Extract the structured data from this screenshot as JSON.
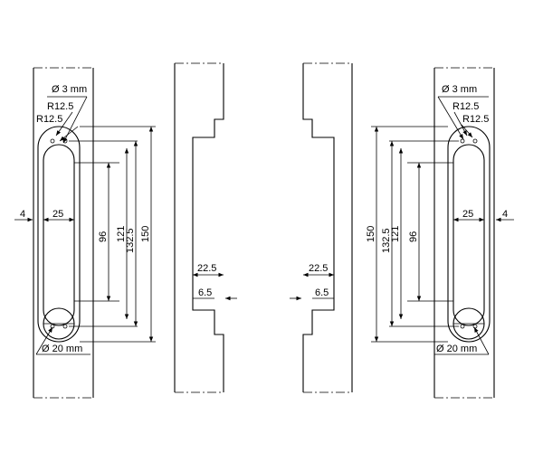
{
  "labels": {
    "hole_dia": "Ø 3 mm",
    "radius": "R12.5",
    "pin_dia": "Ø 20 mm",
    "width": "25",
    "offset": "4",
    "len_96": "96",
    "len_121": "121",
    "len_132_5": "132.5",
    "len_150": "150",
    "depth": "22.5",
    "step": "6.5"
  }
}
